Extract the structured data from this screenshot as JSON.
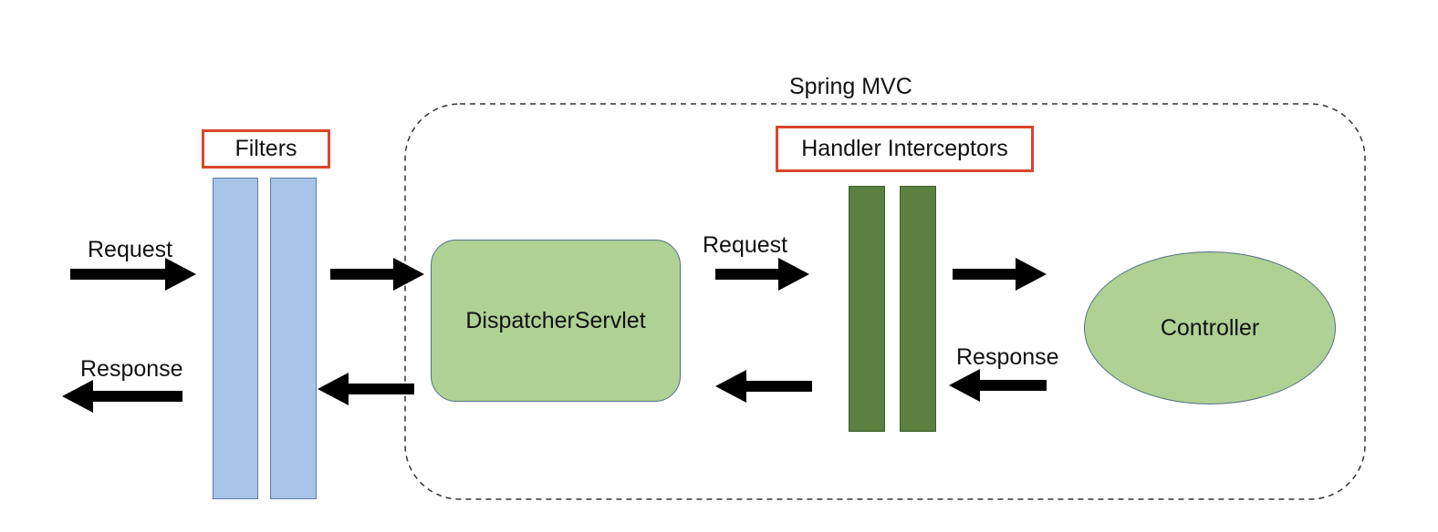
{
  "spring_mvc": {
    "title": "Spring MVC"
  },
  "filters": {
    "label": "Filters"
  },
  "interceptors": {
    "label": "Handler Interceptors"
  },
  "dispatcher": {
    "label": "DispatcherServlet"
  },
  "controller": {
    "label": "Controller"
  },
  "flow_labels": {
    "client_request": "Request",
    "client_response": "Response",
    "mvc_request": "Request",
    "mvc_response": "Response"
  },
  "colors": {
    "filter_fill": "#a8c4e8",
    "interceptor_fill": "#5b8040",
    "component_fill": "#afd194",
    "highlight_border": "#d9472b",
    "arrow": "#000000"
  }
}
